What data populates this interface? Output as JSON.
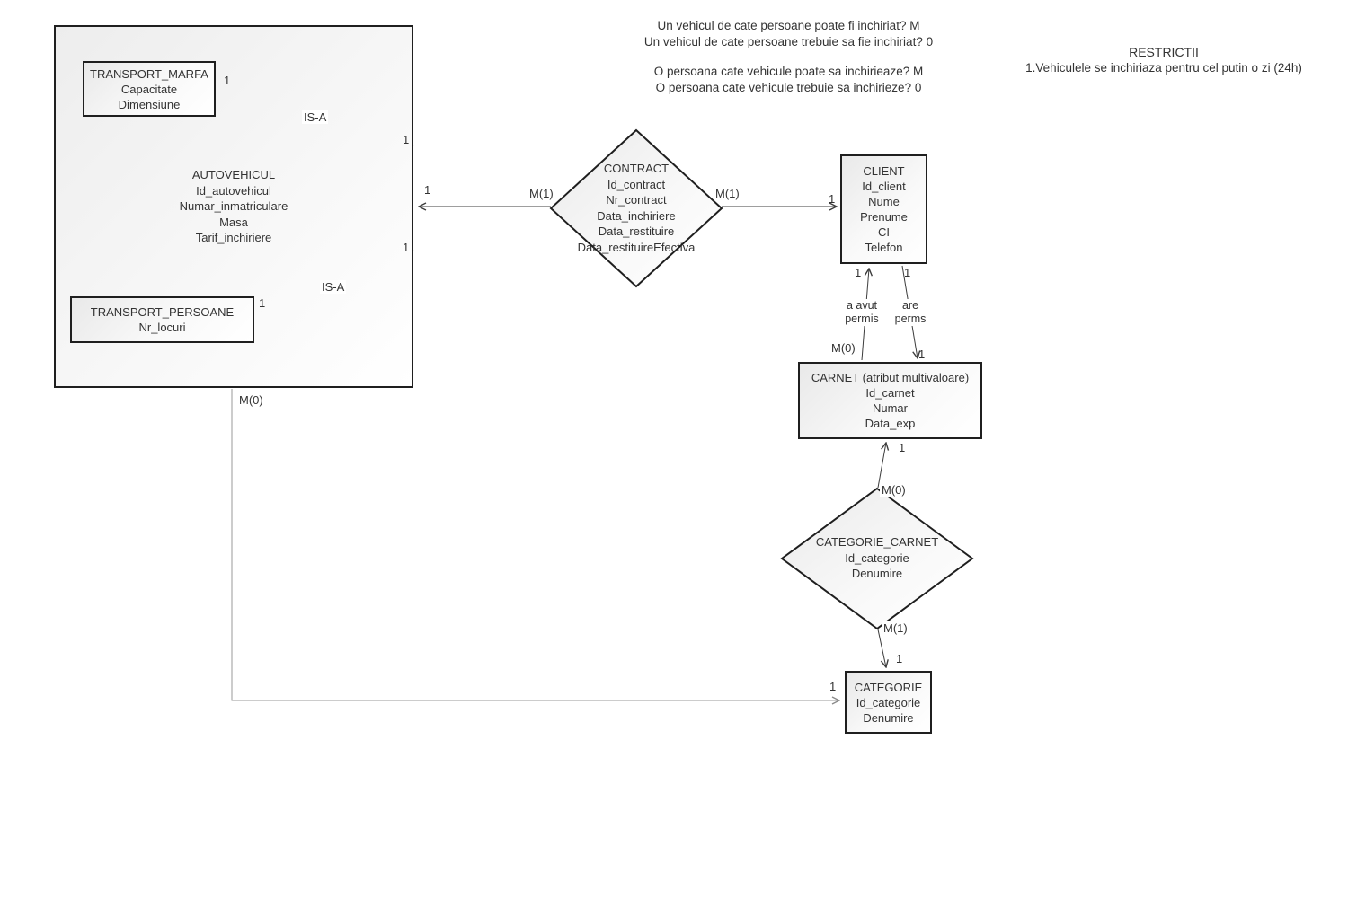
{
  "questions": [
    "Un vehicul de cate persoane poate fi inchiriat? M",
    "Un vehicul de cate persoane trebuie sa fie inchiriat? 0",
    "O persoana cate vehicule poate sa inchirieaze? M",
    "O persoana cate vehicule trebuie sa inchirieze? 0"
  ],
  "restrictions": {
    "title": "RESTRICTII",
    "items": [
      "1.Vehiculele se inchiriaza pentru cel putin o zi (24h)"
    ]
  },
  "entities": {
    "autovehicul": {
      "title": "AUTOVEHICUL",
      "attributes": [
        "Id_autovehicul",
        "Numar_inmatriculare",
        "Masa",
        "Tarif_inchiriere"
      ]
    },
    "transport_marfa": {
      "title": "TRANSPORT_MARFA",
      "attributes": [
        "Capacitate",
        "Dimensiune"
      ]
    },
    "transport_persoane": {
      "title": "TRANSPORT_PERSOANE",
      "attributes": [
        "Nr_locuri"
      ]
    },
    "client": {
      "title": "CLIENT",
      "attributes": [
        "Id_client",
        "Nume",
        "Prenume",
        "CI",
        "Telefon"
      ]
    },
    "carnet": {
      "title": "CARNET (atribut multivaloare)",
      "attributes": [
        "Id_carnet",
        "Numar",
        "Data_exp"
      ]
    },
    "categorie": {
      "title": "CATEGORIE",
      "attributes": [
        "Id_categorie",
        "Denumire"
      ]
    }
  },
  "relationships": {
    "contract": {
      "title": "CONTRACT",
      "attributes": [
        "Id_contract",
        "Nr_contract",
        "Data_inchiriere",
        "Data_restituire",
        "Data_restituireEfectiva"
      ]
    },
    "categorie_carnet": {
      "title": "CATEGORIE_CARNET",
      "attributes": [
        "Id_categorie",
        "Denumire"
      ]
    }
  },
  "edge_labels": {
    "isa": "IS-A",
    "one": "1",
    "m0": "M(0)",
    "m1": "M(1)",
    "a_avut_line1": "a avut",
    "a_avut_line2": "permis",
    "are_line1": "are",
    "are_line2": "perms"
  },
  "colors": {
    "box_border": "#1f1f1f",
    "box_fill": "#ededed",
    "line": "#3c3c3c",
    "light_line": "#999999",
    "text": "#333333",
    "background": "#ffffff"
  }
}
